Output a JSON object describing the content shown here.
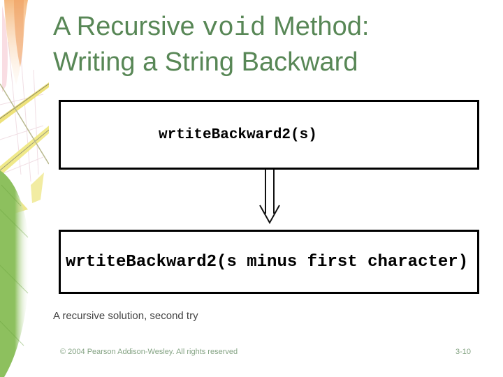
{
  "slide": {
    "title": {
      "line1_prefix": "A Recursive ",
      "line1_code": "void",
      "line1_suffix": " Method:",
      "line2": "Writing a String Backward"
    },
    "diagram": {
      "call_box_top": "wrtiteBackward2(s)",
      "call_box_bottom": "wrtiteBackward2(s minus first character)",
      "arrow_icon": "double-line-down-arrow"
    },
    "caption": "A recursive solution, second try",
    "footer": {
      "copyright": "© 2004 Pearson Addison-Wesley. All rights reserved",
      "slide_number": "3-10"
    },
    "colors": {
      "title_green": "#588756",
      "footer_green": "#84a383",
      "caption_color": "#444444",
      "leaf_green": "#8dc05e",
      "box_border": "#000000"
    }
  }
}
